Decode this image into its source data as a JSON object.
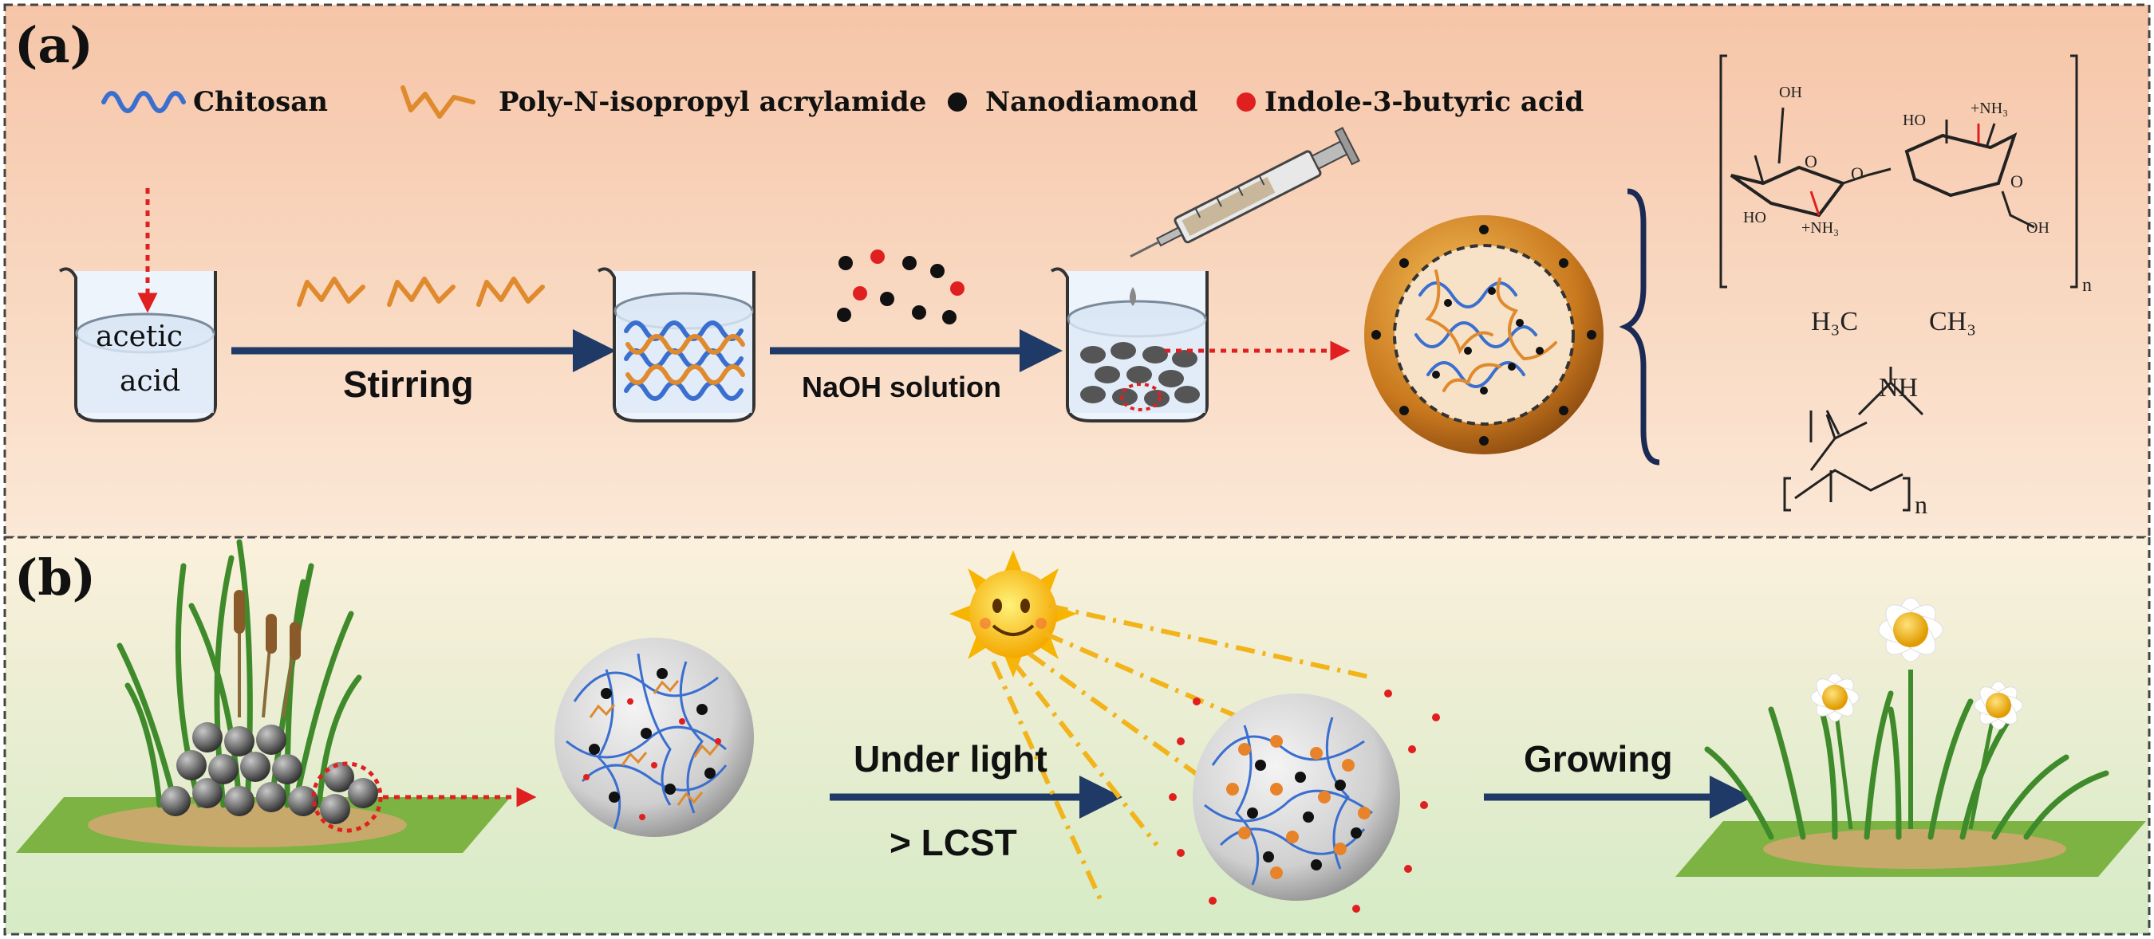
{
  "panel_a": {
    "label": "(a)",
    "legend": {
      "chitosan": "Chitosan",
      "pnipam": "Poly-N-isopropyl acrylamide",
      "nanodiamond": "Nanodiamond",
      "iba": "Indole-3-butyric acid"
    },
    "beaker_text_1": "acetic",
    "beaker_text_2": "acid",
    "step1": "Stirring",
    "step2": "NaOH solution",
    "chem_labels": {
      "oh_top": "OH",
      "o_ring1": "O",
      "ho_left": "HO",
      "nh2_1": "+NH₃",
      "o_link": "O",
      "ho_ring2": "HO",
      "nh2_2": "+NH₃",
      "o_ring2": "O",
      "oh_bottom": "OH",
      "n_sub": "n",
      "h3c": "H₃C",
      "ch3": "CH₃",
      "nh": "NH",
      "n_sub2": "n"
    }
  },
  "panel_b": {
    "label": "(b)",
    "step1_top": "Under light",
    "step1_bottom": "> LCST",
    "step2": "Growing"
  },
  "colors": {
    "chitosan": "#3a6fd0",
    "pnipam": "#e08a2e",
    "nanodiamond": "#111111",
    "iba": "#e02020",
    "arrow": "#1f3a66",
    "dotted_arrow": "#e02020",
    "panel_a_bg_top": "#f6c9ad",
    "panel_b_bg_bottom": "#d7ecc8"
  }
}
